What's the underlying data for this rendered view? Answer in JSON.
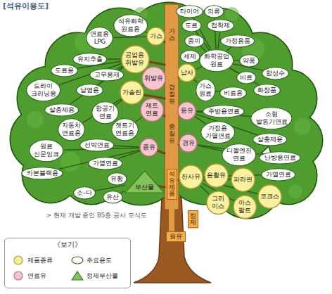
{
  "diagram": {
    "title": "[석유이용도]",
    "nodes": [
      {
        "text": [
          "가스"
        ]
      },
      {
        "text": [
          "석유화학 원료용"
        ]
      },
      {
        "text": [
          "연료용 LPG"
        ]
      },
      {
        "text": [
          "공업용 휘발유"
        ]
      },
      {
        "text": [
          "유지추출"
        ]
      },
      {
        "text": [
          "도료용"
        ]
      },
      {
        "text": [
          "고무용제"
        ]
      },
      {
        "text": [
          "드라이 크리닝용"
        ]
      },
      {
        "text": [
          "날염용"
        ]
      },
      {
        "text": [
          "살충제용"
        ]
      },
      {
        "text": [
          "휘발유"
        ]
      },
      {
        "text": [
          "자동차 연료용"
        ]
      },
      {
        "text": [
          "가솔린"
        ]
      },
      {
        "text": [
          "항공기 연료"
        ]
      },
      {
        "text": [
          "제트 연료"
        ]
      },
      {
        "text": [
          "젯트기 연료용"
        ]
      },
      {
        "text": [
          "중유"
        ]
      },
      {
        "text": [
          "선박연료"
        ]
      },
      {
        "text": [
          "가열연료"
        ]
      },
      {
        "text": [
          "원료 신문잉크"
        ]
      },
      {
        "text": [
          "카본블랙용"
        ]
      },
      {
        "text": [
          "부산물"
        ]
      },
      {
        "text": [
          "유황"
        ]
      },
      {
        "text": [
          "소-다"
        ]
      },
      {
        "text": [
          "유산"
        ]
      },
      {
        "text": [
          "납사"
        ]
      },
      {
        "text": [
          "화학공업 원료"
        ]
      },
      {
        "text": [
          "세제"
        ]
      },
      {
        "text": [
          "타이어"
        ]
      },
      {
        "text": [
          "의류"
        ]
      },
      {
        "text": [
          "도료"
        ]
      },
      {
        "text": [
          "접착제"
        ]
      },
      {
        "text": [
          "종이"
        ]
      },
      {
        "text": [
          "가정용품"
        ]
      },
      {
        "text": [
          "약품"
        ]
      },
      {
        "text": [
          "비료"
        ]
      },
      {
        "text": [
          "합성수"
        ]
      },
      {
        "text": [
          "화장품"
        ]
      },
      {
        "text": [
          "가스 원료"
        ]
      },
      {
        "text": [
          "비료용"
        ]
      },
      {
        "text": [
          "등유"
        ]
      },
      {
        "text": [
          "주방용연료"
        ]
      },
      {
        "text": [
          "소형 발동기연료"
        ]
      },
      {
        "text": [
          "가정용 가열연료"
        ]
      },
      {
        "text": [
          "살충제용"
        ]
      },
      {
        "text": [
          "경유"
        ]
      },
      {
        "text": [
          "디젤엔진 연료"
        ]
      },
      {
        "text": [
          "난방용연료"
        ]
      },
      {
        "text": [
          "잔사유"
        ]
      },
      {
        "text": [
          "윤활유"
        ]
      },
      {
        "text": [
          "파라핀"
        ]
      },
      {
        "text": [
          "그리 이스"
        ]
      },
      {
        "text": [
          "아스 팔트"
        ]
      },
      {
        "text": [
          "코크스"
        ]
      },
      {
        "text": [
          "가열연료"
        ]
      },
      {
        "text": [
          "석유제품"
        ]
      },
      {
        "text": [
          "정제"
        ]
      },
      {
        "text": [
          "원유"
        ]
      }
    ],
    "edges": [
      {
        "from": 0,
        "to": 1,
        "arrow": "none"
      },
      {
        "from": 0,
        "to": 2,
        "arrow": "none"
      },
      {
        "from": 3,
        "to": 4,
        "arrow": "none"
      },
      {
        "from": 3,
        "to": 5,
        "arrow": "none"
      },
      {
        "from": 3,
        "to": 6,
        "arrow": "none"
      },
      {
        "from": 3,
        "to": 7,
        "arrow": "none"
      },
      {
        "from": 3,
        "to": 8,
        "arrow": "none"
      },
      {
        "from": 3,
        "to": 9,
        "arrow": "none"
      },
      {
        "from": 10,
        "to": 11,
        "arrow": "none"
      },
      {
        "from": 12,
        "to": 13,
        "arrow": "none"
      },
      {
        "from": 14,
        "to": 15,
        "arrow": "none"
      },
      {
        "from": 16,
        "to": 17,
        "arrow": "none"
      },
      {
        "from": 16,
        "to": 18,
        "arrow": "none"
      },
      {
        "from": 16,
        "to": 19,
        "arrow": "none"
      },
      {
        "from": 16,
        "to": 20,
        "arrow": "none"
      },
      {
        "from": 21,
        "to": 22,
        "arrow": "none"
      },
      {
        "from": 21,
        "to": 23,
        "arrow": "none"
      },
      {
        "from": 21,
        "to": 24,
        "arrow": "none"
      },
      {
        "from": 25,
        "to": 26,
        "arrow": "none"
      },
      {
        "from": 25,
        "to": 27,
        "arrow": "none"
      },
      {
        "from": 25,
        "to": 38,
        "arrow": "none"
      },
      {
        "from": 26,
        "to": 28,
        "arrow": "none"
      },
      {
        "from": 26,
        "to": 29,
        "arrow": "none"
      },
      {
        "from": 26,
        "to": 30,
        "arrow": "none"
      },
      {
        "from": 26,
        "to": 31,
        "arrow": "none"
      },
      {
        "from": 26,
        "to": 32,
        "arrow": "none"
      },
      {
        "from": 26,
        "to": 33,
        "arrow": "none"
      },
      {
        "from": 26,
        "to": 34,
        "arrow": "none"
      },
      {
        "from": 26,
        "to": 35,
        "arrow": "none"
      },
      {
        "from": 26,
        "to": 36,
        "arrow": "none"
      },
      {
        "from": 26,
        "to": 37,
        "arrow": "none"
      },
      {
        "from": 38,
        "to": 39,
        "arrow": "none"
      },
      {
        "from": 40,
        "to": 41,
        "arrow": "none"
      },
      {
        "from": 40,
        "to": 42,
        "arrow": "none"
      },
      {
        "from": 40,
        "to": 43,
        "arrow": "none"
      },
      {
        "from": 40,
        "to": 44,
        "arrow": "none"
      },
      {
        "from": 45,
        "to": 46,
        "arrow": "none"
      },
      {
        "from": 45,
        "to": 47,
        "arrow": "none"
      },
      {
        "from": 48,
        "to": 49,
        "arrow": "none"
      },
      {
        "from": 48,
        "to": 50,
        "arrow": "none"
      },
      {
        "from": 48,
        "to": 51,
        "arrow": "none"
      },
      {
        "from": 48,
        "to": 52,
        "arrow": "none"
      },
      {
        "from": 48,
        "to": 53,
        "arrow": "none"
      },
      {
        "from": 48,
        "to": 54,
        "arrow": "none"
      }
    ],
    "labels": [
      "가스",
      "경질유",
      "중질유",
      "> 현재 개발 중인 B5층 공사 모식도",
      "《보기》"
    ],
    "legend": [
      {
        "text": "제품종류",
        "color": "#f9f1a0"
      },
      {
        "text": "주요용도",
        "color": "#ffffff"
      },
      {
        "text": "연료유",
        "color": "#f6c6cf"
      },
      {
        "text": "정제부산물",
        "color": "#86c25c"
      }
    ]
  }
}
